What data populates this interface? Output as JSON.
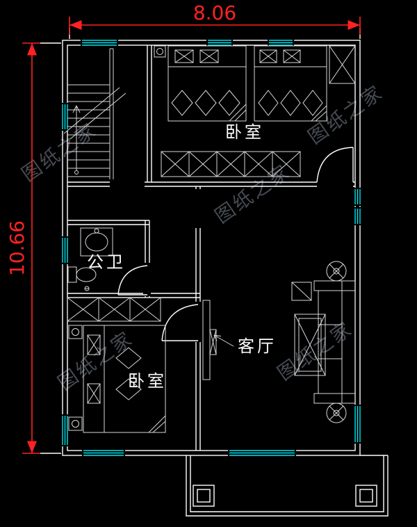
{
  "dimensions": {
    "width": "8.06",
    "height": "10.66"
  },
  "rooms": {
    "bedroom_top": "卧室",
    "bathroom": "公卫",
    "bedroom_bottom": "卧室",
    "living_room": "客厅"
  },
  "watermark": {
    "text": "图纸之家"
  },
  "colors": {
    "background": "#000000",
    "wall": "#ffffff",
    "furniture": "#d9d9d9",
    "window": "#00e6f0",
    "dimension": "#ff2222",
    "watermark": "#4e545b"
  }
}
